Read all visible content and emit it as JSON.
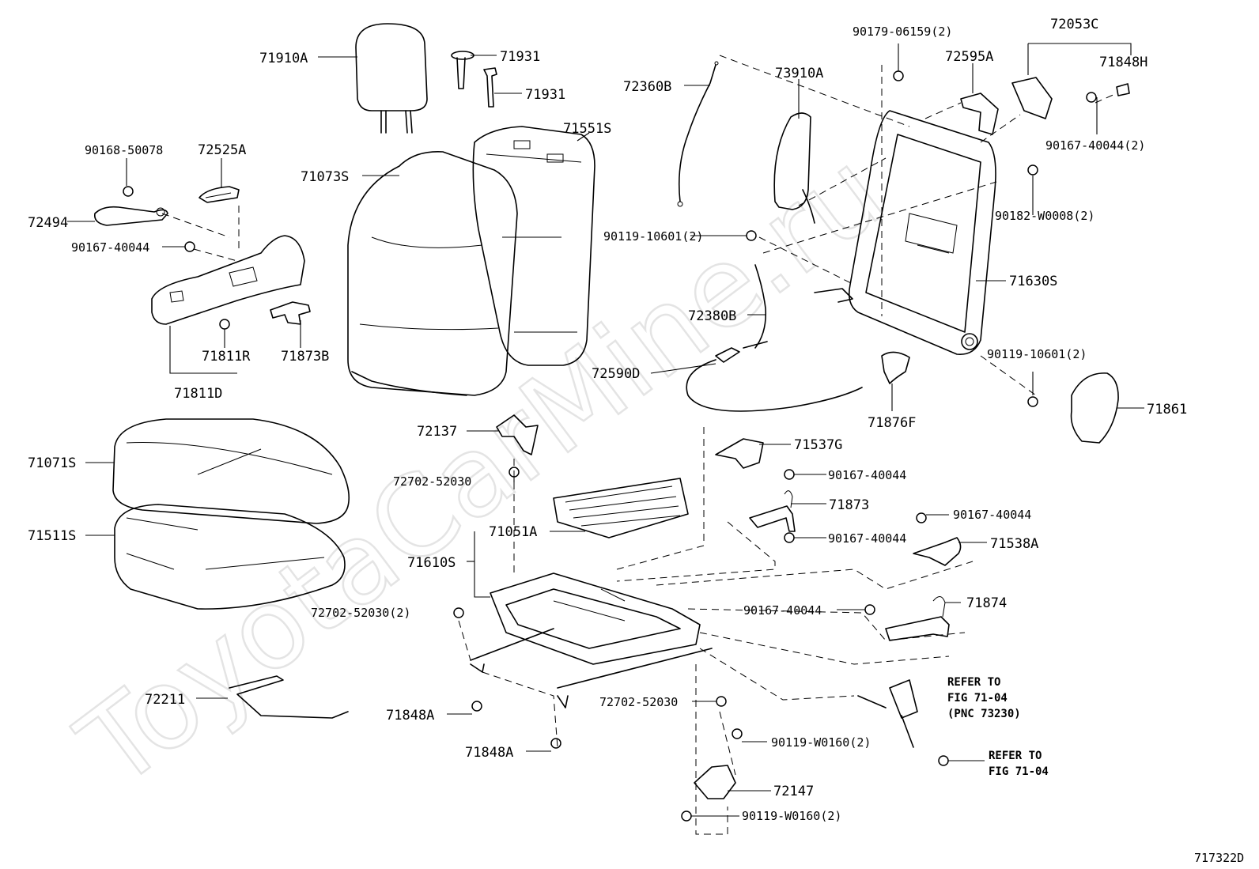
{
  "watermark": "ToyotaCarMine.ru",
  "figure_id": "717322D",
  "labels": {
    "p71910A": "71910A",
    "p71931a": "71931",
    "p71931b": "71931",
    "p72360B": "72360B",
    "p73910A": "73910A",
    "p90179": "90179-06159(2)",
    "p72595A": "72595A",
    "p72053C": "72053C",
    "p71848H": "71848H",
    "p90167_r1": "90167-40044(2)",
    "p90168": "90168-50078",
    "p72525A": "72525A",
    "p71551S": "71551S",
    "p71073S": "71073S",
    "p72494": "72494",
    "p90167_l": "90167-40044",
    "p90119_top": "90119-10601(2)",
    "p90182": "90182-W0008(2)",
    "p71630S": "71630S",
    "p72380B": "72380B",
    "p71811R": "71811R",
    "p71873B": "71873B",
    "p71811D": "71811D",
    "p90119_r": "90119-10601(2)",
    "p72590D": "72590D",
    "p71876F": "71876F",
    "p71861": "71861",
    "p72137": "72137",
    "p71071S": "71071S",
    "p71537G": "71537G",
    "p72702_a": "72702-52030",
    "p90167_m1": "90167-40044",
    "p71873": "71873",
    "p71511S": "71511S",
    "p71051A": "71051A",
    "p90167_m2": "90167-40044",
    "p90167_m3": "90167-40044",
    "p71538A": "71538A",
    "p71610S": "71610S",
    "p72702_b": "72702-52030(2)",
    "p90167_m4": "90167-40044",
    "p71874": "71874",
    "p72211": "72211",
    "p72702_c": "72702-52030",
    "p71848A_a": "71848A",
    "p90119W_a": "90119-W0160(2)",
    "p71848A_b": "71848A",
    "p72147": "72147",
    "p90119W_b": "90119-W0160(2)"
  },
  "references": {
    "ref1_line1": "REFER TO",
    "ref1_line2": "FIG 71-04",
    "ref1_line3": "(PNC 73230)",
    "ref2_line1": "REFER TO",
    "ref2_line2": "FIG 71-04"
  }
}
